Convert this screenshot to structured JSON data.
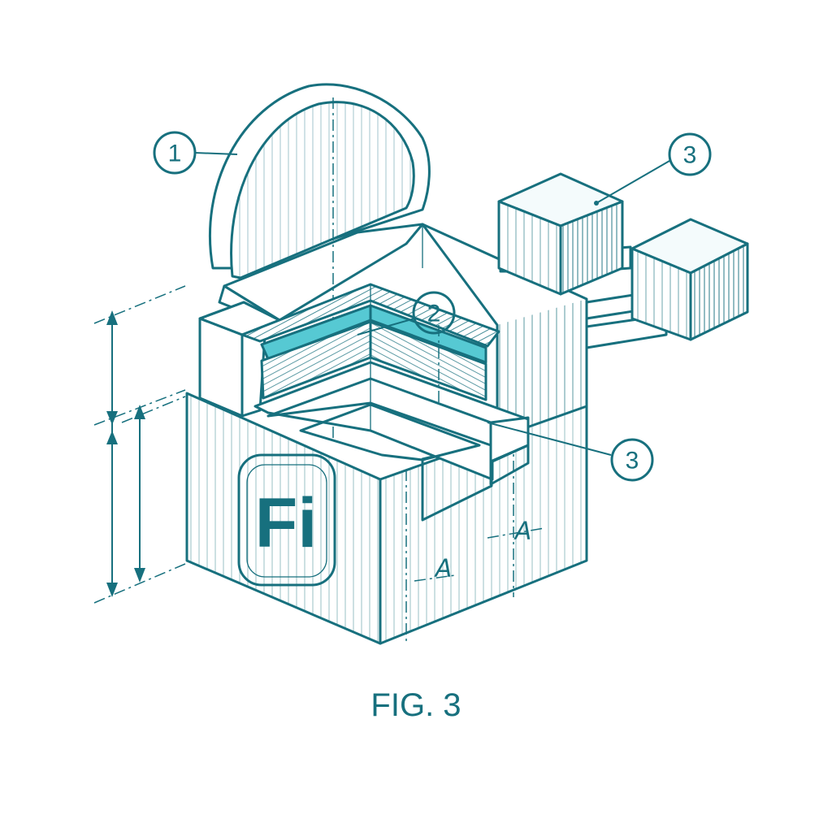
{
  "figure": {
    "caption": "FIG. 3",
    "logo_text": "Fi",
    "callouts": [
      "1",
      "2",
      "3",
      "3"
    ],
    "section_labels": [
      "A",
      "A"
    ],
    "colors": {
      "ink": "#17707e",
      "accent": "#56c9d3",
      "background": "#ffffff"
    }
  }
}
